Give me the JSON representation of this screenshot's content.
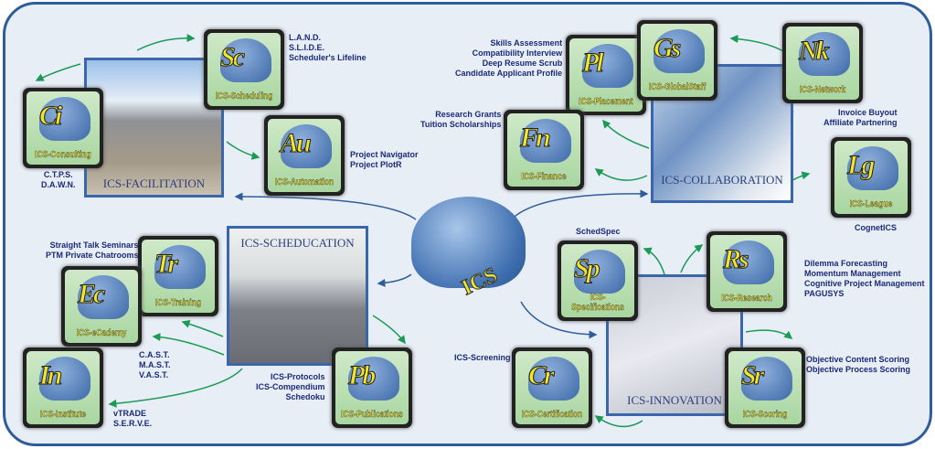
{
  "hub": {
    "label": "ICS"
  },
  "photos": {
    "facilitation": "ICS-FACILITATION",
    "collaboration": "ICS-COLLABORATION",
    "scheducation": "ICS-SCHEDUCATION",
    "innovation": "ICS-INNOVATION"
  },
  "tiles": {
    "consulting": {
      "mono": "Ci",
      "label": "ICS-Consulting"
    },
    "scheduling": {
      "mono": "Sc",
      "label": "ICS-Scheduling"
    },
    "automation": {
      "mono": "Au",
      "label": "ICS-Automation"
    },
    "placement": {
      "mono": "Pl",
      "label": "ICS-Placement"
    },
    "globalstaff": {
      "mono": "Gs",
      "label": "ICS-GlobalStaff"
    },
    "network": {
      "mono": "Nk",
      "label": "ICS-Network"
    },
    "finance": {
      "mono": "Fn",
      "label": "ICS-Finance"
    },
    "league": {
      "mono": "Lg",
      "label": "ICS-League"
    },
    "training": {
      "mono": "Tr",
      "label": "ICS-Training"
    },
    "ecademy": {
      "mono": "Ec",
      "label": "ICS-eCademy"
    },
    "institute": {
      "mono": "In",
      "label": "ICS-Institute"
    },
    "publications": {
      "mono": "Pb",
      "label": "ICS-Publications"
    },
    "specifications": {
      "mono": "Sp",
      "label": "ICS-Specifications"
    },
    "research": {
      "mono": "Rs",
      "label": "ICS-Research"
    },
    "certification": {
      "mono": "Cr",
      "label": "ICS-Certification"
    },
    "scoring": {
      "mono": "Sr",
      "label": "ICS-Scoring"
    }
  },
  "notes": {
    "scheduling": [
      "L.A.N.D.",
      "S.L.I.D.E.",
      "Scheduler's Lifeline"
    ],
    "consulting": [
      "C.T.P.S.",
      "D.A.W.N."
    ],
    "automation": [
      "Project Navigator",
      "Project PlotR"
    ],
    "placement": [
      "Skills Assessment",
      "Compatibility Interview",
      "Deep Resume Scrub",
      "Candidate Applicant Profile"
    ],
    "finance": [
      "Research Grants",
      "Tuition Scholarships"
    ],
    "network": [
      "Invoice Buyout",
      "Affiliate Partnering"
    ],
    "league": [
      "CognetICS"
    ],
    "training": [
      "Straight Talk Seminars",
      "PTM Private Chatrooms"
    ],
    "ecademy": [
      "C.A.S.T.",
      "M.A.S.T.",
      "V.A.S.T."
    ],
    "institute": [
      "vTRADE",
      "S.E.R.V.E."
    ],
    "publications": [
      "ICS-Protocols",
      "ICS-Compendium",
      "Schedoku"
    ],
    "specifications": [
      "SchedSpec"
    ],
    "research": [
      "Dilemma Forecasting",
      "Momentum Management",
      "Cognitive Project Management",
      "PAGUSYS"
    ],
    "certification": [
      "ICS-Screening"
    ],
    "scoring": [
      "Objective Content Scoring",
      "Objective Process Scoring"
    ]
  }
}
